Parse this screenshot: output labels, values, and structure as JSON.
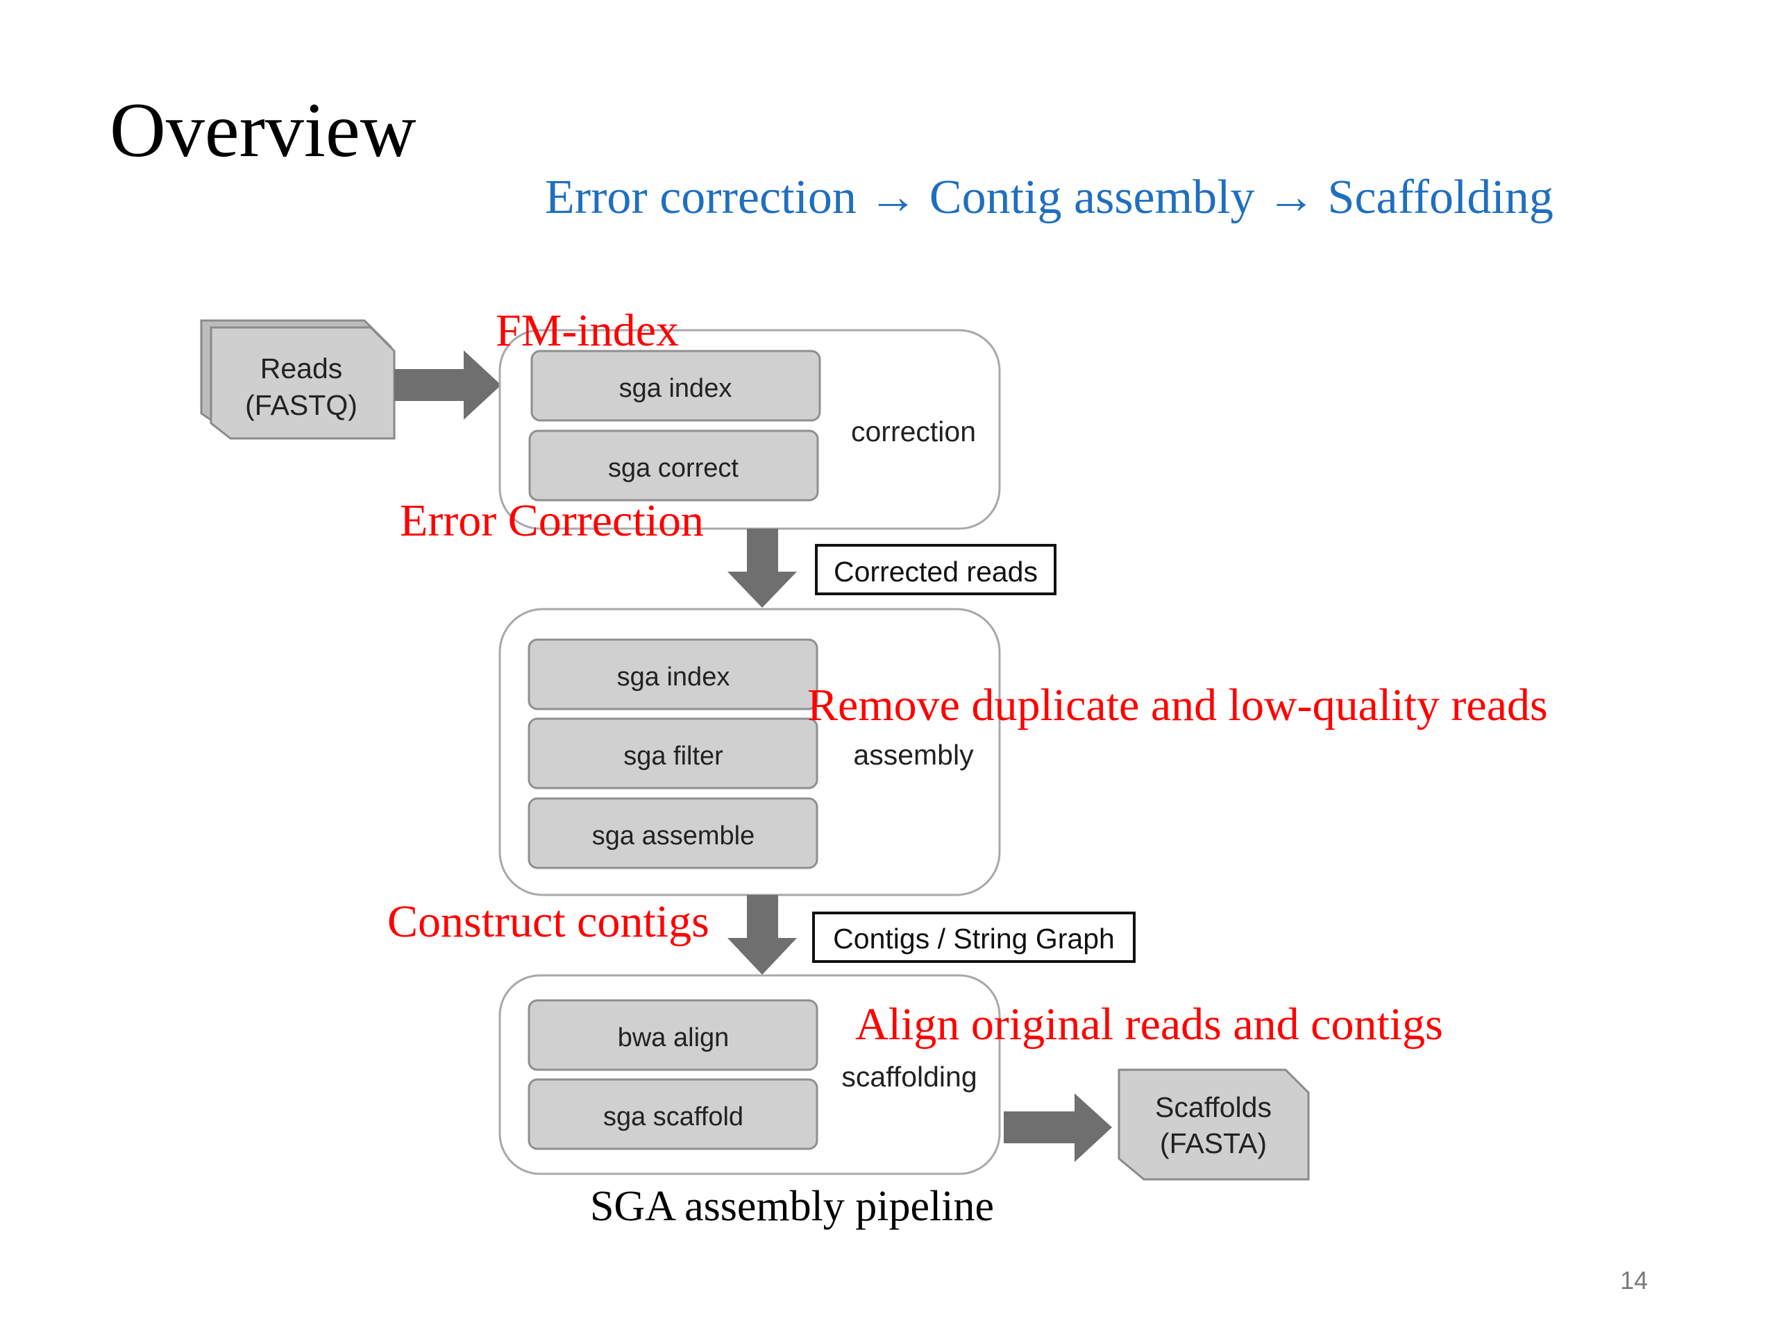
{
  "title": "Overview",
  "subtitle": "Error correction → Contig assembly → Scaffolding",
  "caption": "SGA assembly pipeline",
  "page_number": "14",
  "colors": {
    "subtitle": "#1f6fbf",
    "annotation": "#ff0000",
    "step_fill": "#d0d0d0",
    "arrow": "#6f6f6f"
  },
  "input_file": {
    "line1": "Reads",
    "line2": "(FASTQ)"
  },
  "output_file": {
    "line1": "Scaffolds",
    "line2": "(FASTA)"
  },
  "stages": [
    {
      "label": "correction",
      "steps": [
        "sga index",
        "sga correct"
      ]
    },
    {
      "label": "assembly",
      "steps": [
        "sga index",
        "sga filter",
        "sga assemble"
      ]
    },
    {
      "label": "scaffolding",
      "steps": [
        "bwa align",
        "sga scaffold"
      ]
    }
  ],
  "outputs": [
    "Corrected reads",
    "Contigs / String Graph"
  ],
  "annotations": {
    "fm_index": "FM-index",
    "error_correction": "Error Correction",
    "remove_duplicates": "Remove duplicate and low-quality reads",
    "construct_contigs": "Construct contigs",
    "align_reads": "Align original reads and contigs"
  }
}
